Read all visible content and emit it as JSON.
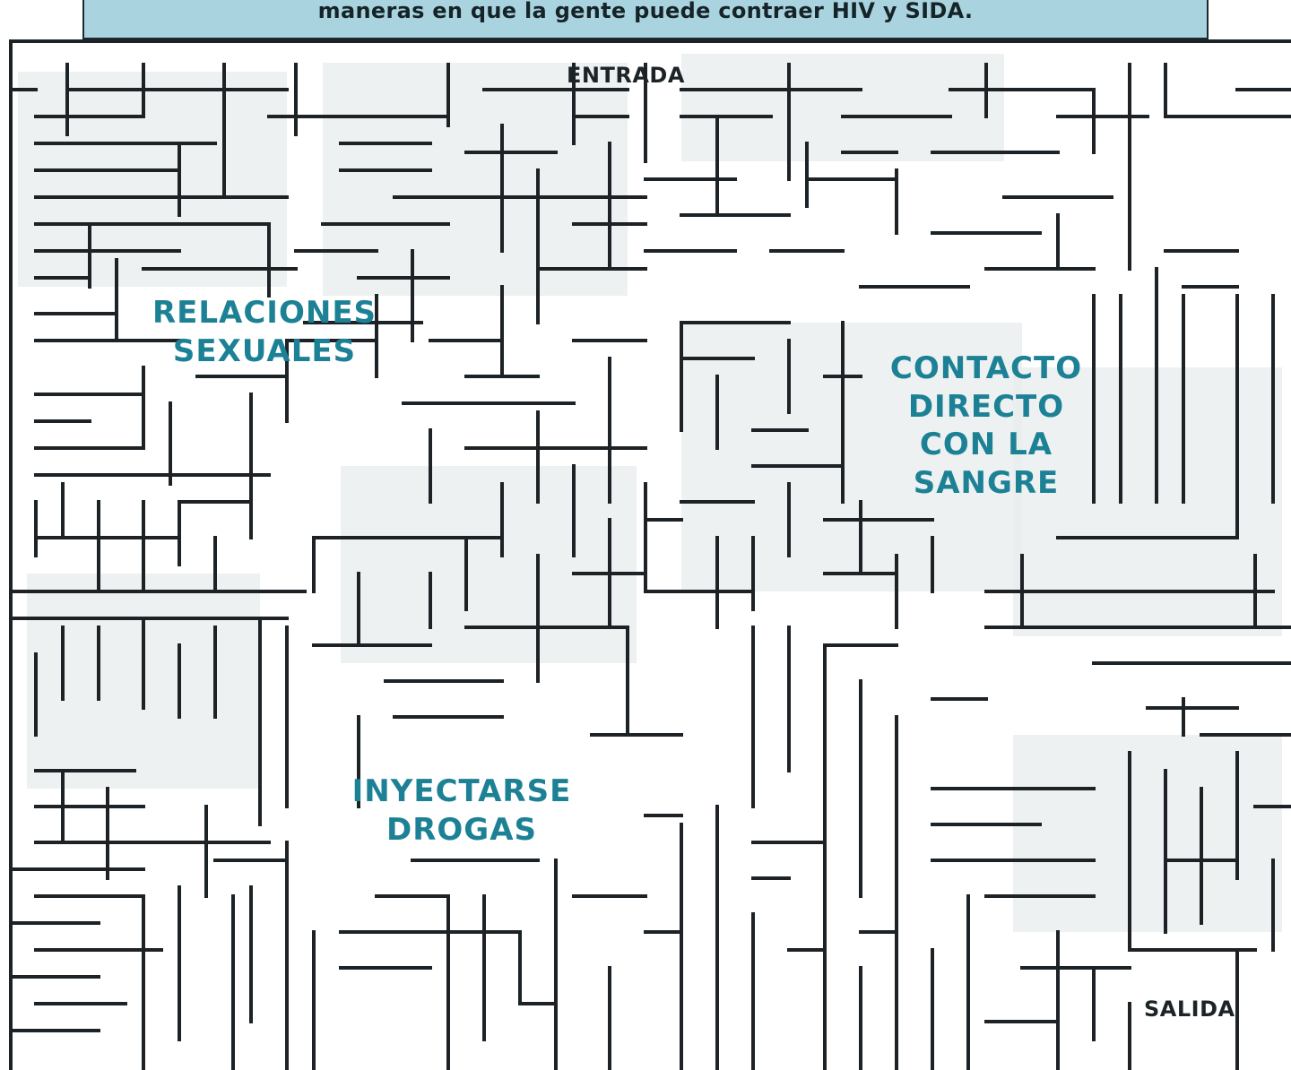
{
  "header": {
    "text": "maneras en que la gente puede contraer HIV y SIDA."
  },
  "maze": {
    "entrance_label": "ENTRADA",
    "exit_label": "SALIDA",
    "line_color": "#1c2226",
    "regions": {
      "sexual": "RELACIONES SEXUALES",
      "blood": "CONTACTO DIRECTO CON LA SANGRE",
      "drugs": "INYECTARSE DROGAS"
    }
  },
  "colors": {
    "header_background": "#a9d4df",
    "label_teal": "#1d8196"
  }
}
